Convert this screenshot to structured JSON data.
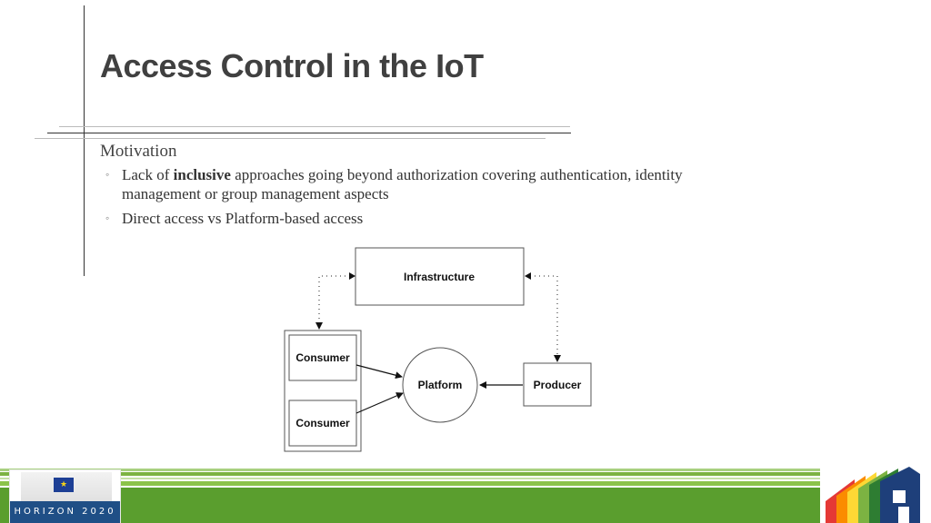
{
  "slide": {
    "title": "Access Control in the IoT",
    "heading": "Motivation",
    "bullets": [
      {
        "before": "Lack of ",
        "bold": "inclusive",
        "after": " approaches going beyond authorization covering authentication, identity management or group management aspects"
      },
      {
        "before": "Direct access vs Platform-based access",
        "bold": "",
        "after": ""
      }
    ]
  },
  "diagram": {
    "infrastructure": "Infrastructure",
    "consumer_top": "Consumer",
    "consumer_bottom": "Consumer",
    "platform": "Platform",
    "producer": "Producer"
  },
  "footer": {
    "program_logo_text": "HORIZON 2020",
    "eu_flag_icon": "eu-flag-icon",
    "house_logo_icon": "energy-house-icon",
    "colors": {
      "stripe_green": "#7cb342",
      "stripe_dark": "#5a8f2a",
      "band_blue": "#1f4f86"
    }
  }
}
